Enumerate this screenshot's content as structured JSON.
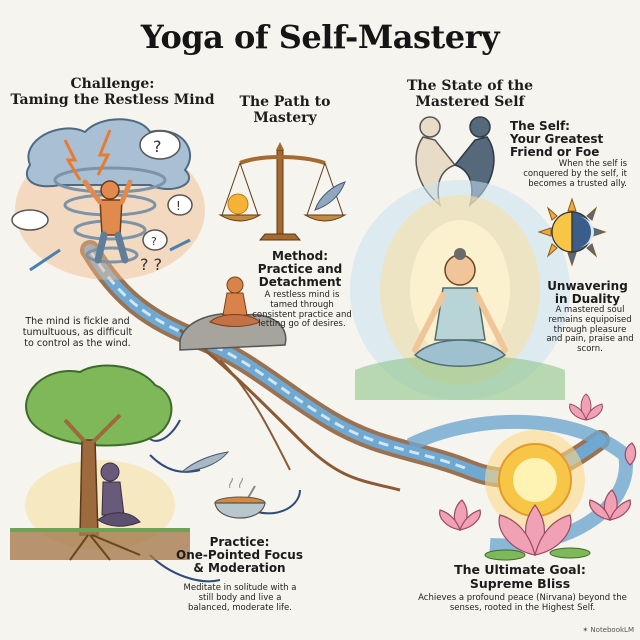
{
  "title": "Yoga of Self-Mastery",
  "sections": {
    "challenge": {
      "heading_line1": "Challenge:",
      "heading_line2": "Taming the Restless Mind",
      "body": "The mind is fickle and tumultuous, as difficult to control as the wind.",
      "illustration": "storm-tornado-figure"
    },
    "path": {
      "heading_line1": "The Path to",
      "heading_line2": "Mastery",
      "illustration": "balance-scale-sun-feather"
    },
    "state": {
      "heading_line1": "The State of the",
      "heading_line2": "Mastered Self"
    },
    "self": {
      "heading_line1": "The Self:",
      "heading_line2": "Your Greatest",
      "heading_line3": "Friend or Foe",
      "body": "When the self is conquered by the self, it becomes a trusted ally.",
      "illustration": "two-figures-holding-hands"
    },
    "method": {
      "heading_line1": "Method:",
      "heading_line2": "Practice and",
      "heading_line3": "Detachment",
      "body": "A restless mind is tamed through consistent practice and letting go of desires.",
      "illustration": "meditating-figure-on-rock"
    },
    "duality": {
      "heading_line1": "Unwavering",
      "heading_line2": "in Duality",
      "body": "A mastered soul remains equipoised through pleasure and pain, praise and scorn.",
      "illustration": "sun-moon-icon"
    },
    "practice": {
      "heading_line1": "Practice:",
      "heading_line2": "One-Pointed Focus",
      "heading_line3": "& Moderation",
      "body": "Meditate in solitude with a still body and live a balanced, moderate life.",
      "illustration": "tree-meditator-and-bowl"
    },
    "goal": {
      "heading_line1": "The Ultimate Goal:",
      "heading_line2": "Supreme Bliss",
      "body": "Achieves a profound peace (Nirvana) beyond the senses, rooted in the Highest Self.",
      "illustration": "sun-with-lotuses"
    }
  },
  "watermark": "NotebookLM",
  "colors": {
    "background": "#f6f4ee",
    "river": "#6fa8d0",
    "roots": "#8a5a35",
    "sun": "#f5c542",
    "lotus": "#ec9fb0",
    "storm": "#9fb3c8",
    "figure_orange": "#d98a52"
  }
}
